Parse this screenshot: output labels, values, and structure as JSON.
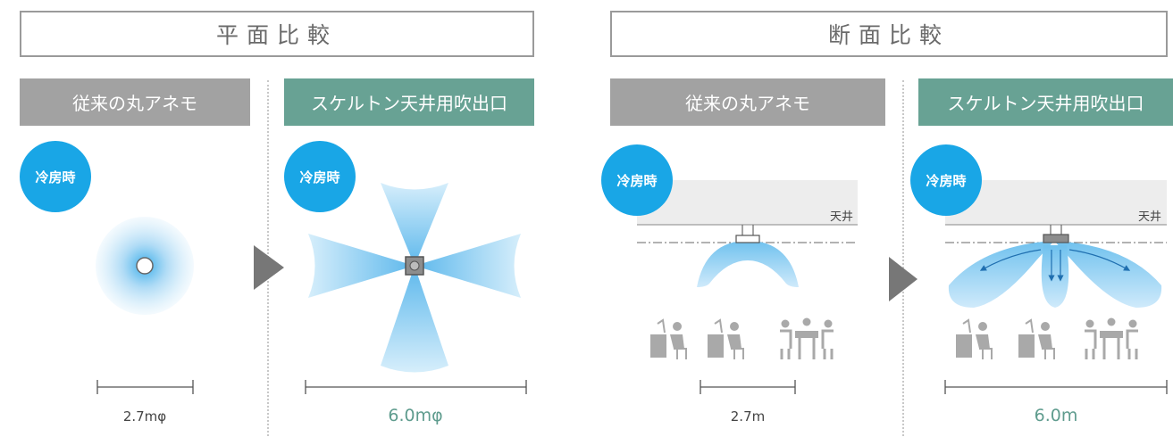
{
  "sections": {
    "plan_title": "平面比較",
    "section_title": "断面比較"
  },
  "labels": {
    "conventional": "従来の丸アネモ",
    "skeleton": "スケルトン天井用吹出口",
    "cooling": "冷房時",
    "ceiling": "天井"
  },
  "dimensions": {
    "plan_conventional": "2.7mφ",
    "plan_skeleton": "6.0mφ",
    "section_conventional": "2.7m",
    "section_skeleton": "6.0m"
  },
  "colors": {
    "badge": "#19a6e6",
    "header_gray": "#a2a2a2",
    "header_green": "#68a294",
    "airflow": "#7ec8ef",
    "arrow_marker": "#777777"
  }
}
